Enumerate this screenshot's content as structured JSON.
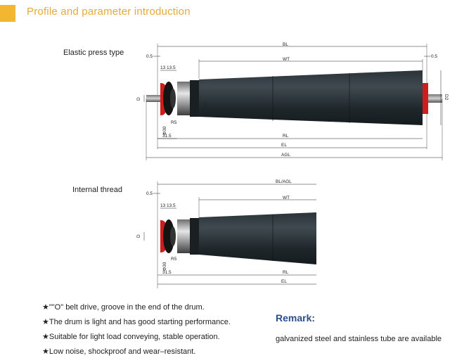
{
  "header": {
    "title": "Profile and parameter introduction",
    "accent": "#f2b630"
  },
  "diagram1": {
    "label": "Elastic press type",
    "dims": {
      "bl": "BL",
      "wt": "WT",
      "rl": "RL",
      "el": "EL",
      "agl": "AGL",
      "half_left": "0.5",
      "half_right": "0.5",
      "d13": "13",
      "d135": "13.5",
      "d": "D",
      "r5": "R5",
      "d315": "31.5",
      "d30": "Φ30",
      "d1": "D1",
      "d2": "D2"
    }
  },
  "diagram2": {
    "label": "Internal thread",
    "dims": {
      "blagl": "BL/AGL",
      "wt": "WT",
      "rl": "RL",
      "el": "EL",
      "half_left": "0.5",
      "d13": "13",
      "d135": "13.5",
      "d": "D",
      "r5": "R5",
      "d315": "31.5",
      "d30": "Φ30"
    }
  },
  "features": [
    "★\"\"O\" belt drive, groove in the end of the drum.",
    "★The drum is light and has good starting performance.",
    "★Suitable for light load conveying, stable operation.",
    "★Low noise, shockproof and wear–resistant."
  ],
  "remark": {
    "title": "Remark:",
    "text": "galvanized steel and stainless tube are available"
  }
}
